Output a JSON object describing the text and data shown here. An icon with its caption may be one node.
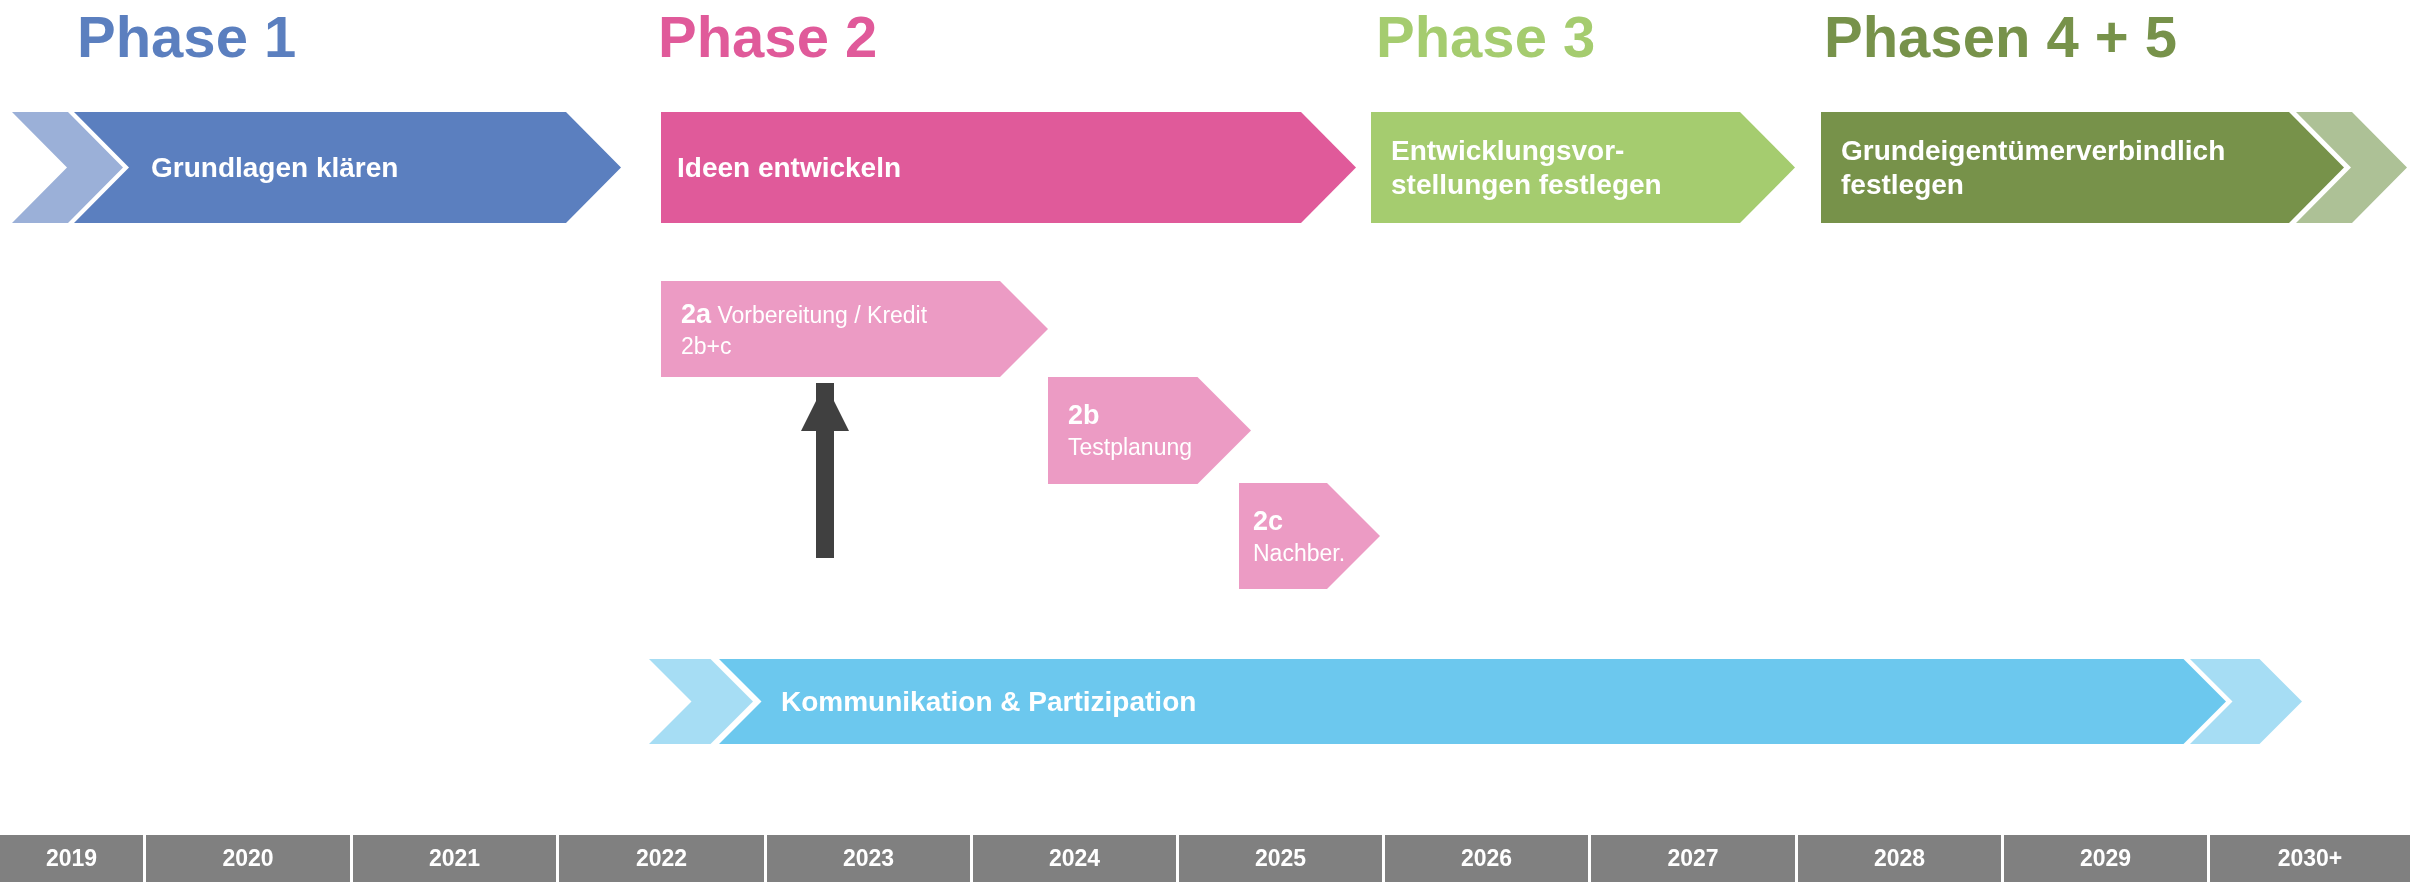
{
  "diagram": {
    "nodes": [
      {
        "text": [],
        "shape": "chevron"
      },
      {
        "text": [
          "Grundlagen klären"
        ]
      },
      {
        "text": [
          "Ideen entwickeln"
        ]
      },
      {
        "text": [
          "Entwicklungsvor- stellungen festlegen"
        ]
      },
      {
        "text": [
          "Grundeigentümerverbindlich festlegen"
        ]
      },
      {
        "text": [],
        "shape": "chevron"
      },
      {
        "text": [
          "**2a** Vorbereitung / Kredit 2b+c"
        ]
      },
      {
        "text": [
          "2b",
          "Testplanung"
        ]
      },
      {
        "text": [
          "2c",
          "Nachber."
        ]
      },
      {
        "text": [],
        "shape": "chevron"
      },
      {
        "text": [
          "Kommunikation & Partizipation"
        ]
      },
      {
        "text": [],
        "shape": "chevron"
      }
    ],
    "edges": [
      {
        "from": null,
        "to": 6,
        "arrow": "to"
      }
    ],
    "labels": [
      "Phase 1",
      "Phase 2",
      "Phase 3",
      "Phasen 4 + 5",
      "2019",
      "2020",
      "2021",
      "2022",
      "2023",
      "2024",
      "2025",
      "2026",
      "2027",
      "2028",
      "2029",
      "2030+"
    ]
  }
}
